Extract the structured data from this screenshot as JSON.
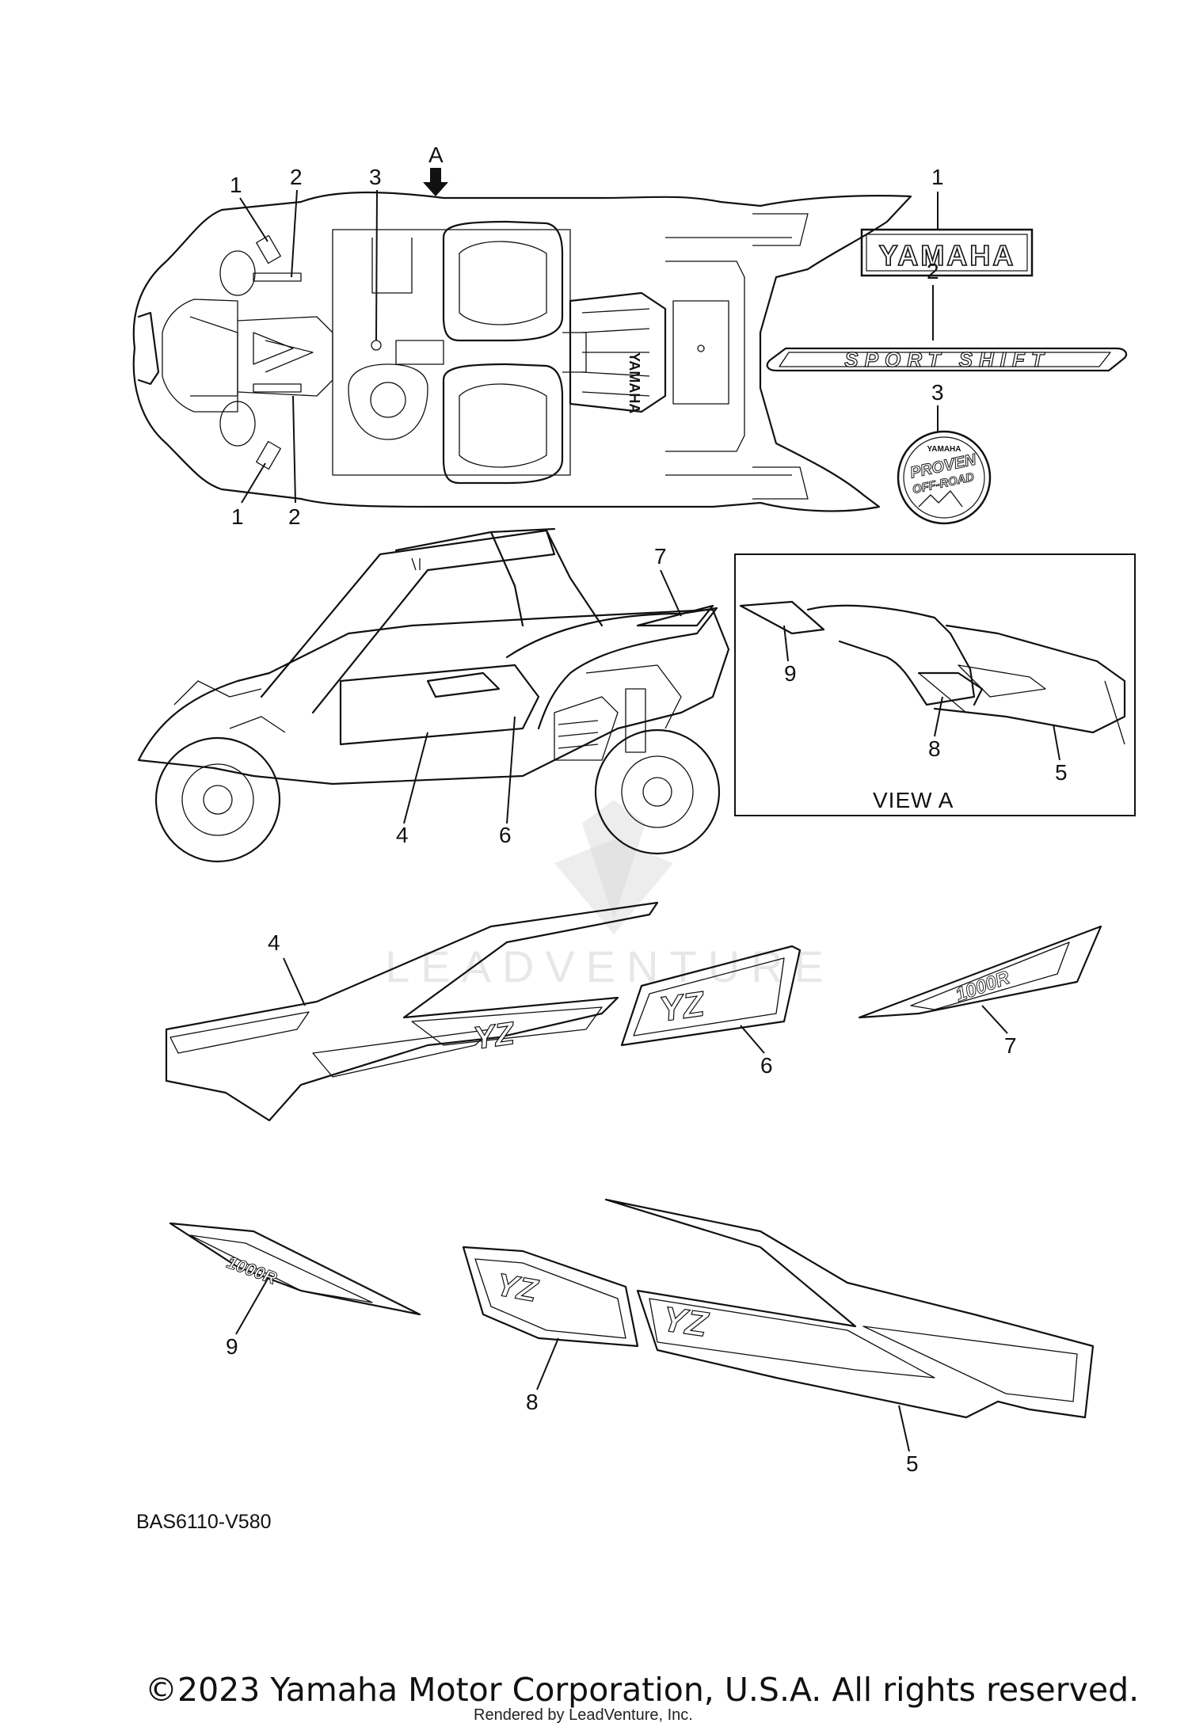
{
  "diagram": {
    "view_label": "VIEW A",
    "view_arrow_letter": "A",
    "part_code": "BAS6110-V580",
    "copyright": "©2023 Yamaha Motor Corporation, U.S.A. All rights reserved.",
    "rendered_by": "Rendered by LeadVenture, Inc.",
    "watermark": "LEADVENTURE",
    "decal_text": {
      "yamaha": "YAMAHA",
      "sport_shift": "SPORT SHIFT",
      "badge_top": "YAMAHA",
      "badge_main_1": "PROVEN",
      "badge_main_2": "OFF-ROAD",
      "model_1000r": "1000R"
    },
    "callouts": {
      "top_1a": "1",
      "top_2a": "2",
      "top_3": "3",
      "top_1b": "1",
      "top_2b": "2",
      "decal_1": "1",
      "decal_2": "2",
      "decal_3": "3",
      "side_7": "7",
      "side_4": "4",
      "side_6": "6",
      "view_9": "9",
      "view_8": "8",
      "view_5": "5",
      "part_4": "4",
      "part_6": "6",
      "part_7": "7",
      "part_9": "9",
      "part_8": "8",
      "part_5": "5"
    }
  }
}
